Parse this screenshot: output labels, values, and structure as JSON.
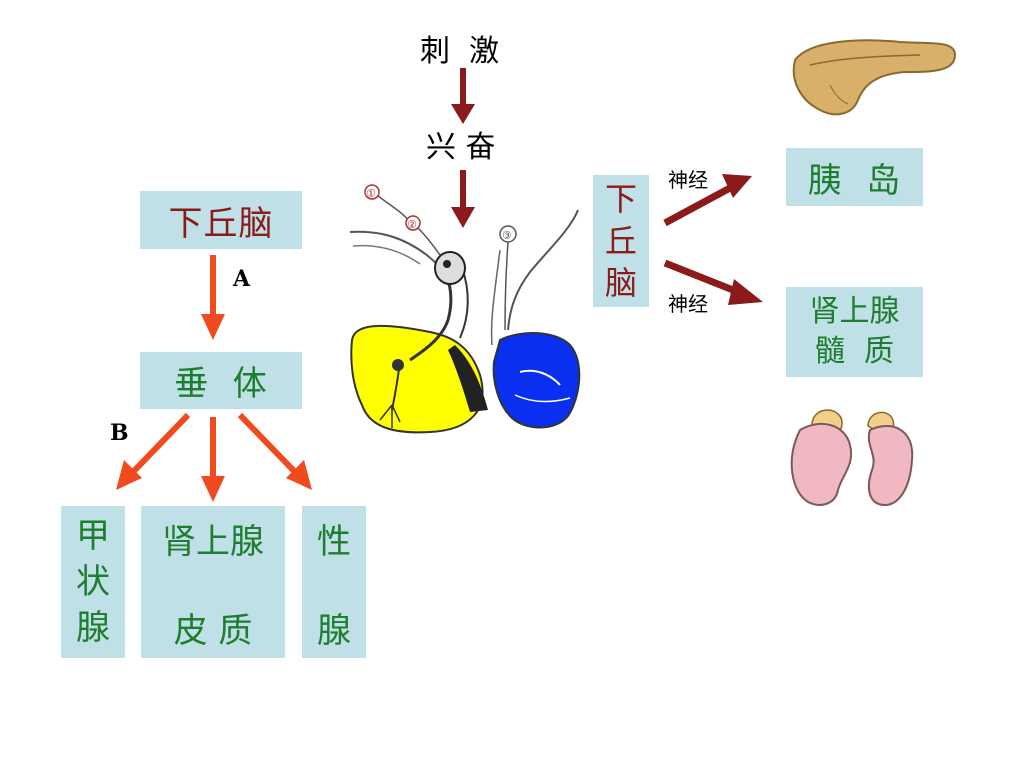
{
  "stimulus": "刺  激",
  "excitation": "兴 奋",
  "left": {
    "hypothalamus": "下丘脑",
    "label_a": "A",
    "pituitary": "垂  体",
    "label_b": "B",
    "thyroid": [
      "甲",
      "状",
      "腺"
    ],
    "adrenal_cortex_top": "肾上腺",
    "adrenal_cortex_bottom": "皮 质",
    "gonad_top": "性",
    "gonad_bottom": "腺"
  },
  "right": {
    "hypothalamus": [
      "下",
      "丘",
      "脑"
    ],
    "nerve_upper": "神经",
    "nerve_lower": "神经",
    "pancreatic_islets": "胰  岛",
    "adrenal_medulla_top": "肾上腺",
    "adrenal_medulla_bottom": "髓  质"
  },
  "neuron_markers": [
    "①",
    "②",
    "③"
  ],
  "colors": {
    "box_fill": "#bfe0e6",
    "dark_red_arrow": "#8b1a1a",
    "orange_arrow": "#f04a1e",
    "green_text": "#1e7d2e",
    "red_text": "#8b1a1a",
    "yellow_lobe": "#ffff00",
    "blue_lobe": "#0a2ff0"
  }
}
